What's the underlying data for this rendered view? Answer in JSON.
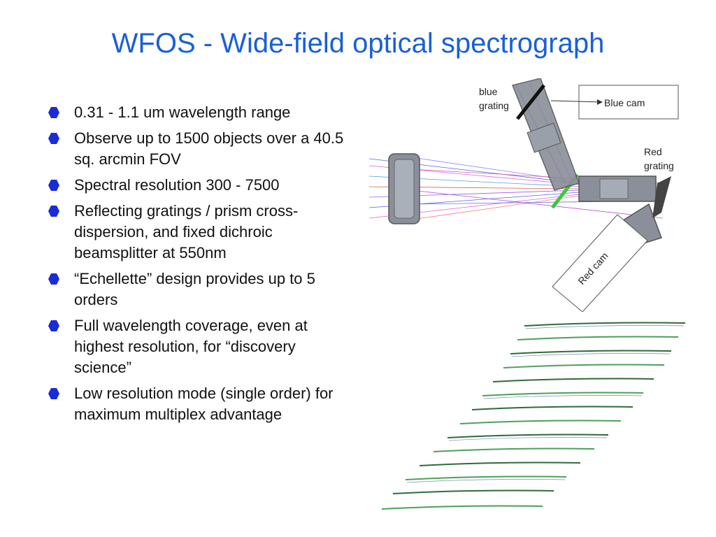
{
  "title": "WFOS - Wide-field optical spectrograph",
  "bullets": [
    "0.31 - 1.1 um wavelength range",
    "Observe up to 1500 objects over a 40.5 sq. arcmin FOV",
    "Spectral resolution 300 - 7500",
    "Reflecting gratings / prism cross-dispersion, and fixed dichroic beamsplitter at 550nm",
    "“Echellette” design provides up to 5 orders",
    "Full wavelength coverage, even at highest resolution, for “discovery science”",
    "Low resolution mode (single order) for maximum multiplex advantage"
  ],
  "diagram": {
    "blue_grating_line1": "blue",
    "blue_grating_line2": "grating",
    "blue_cam": "Blue cam",
    "red_grating_line1": "Red",
    "red_grating_line2": "grating",
    "red_cam": "Red cam"
  },
  "colors": {
    "title": "#1a5fd9",
    "bullet": "#1a2bd9"
  }
}
